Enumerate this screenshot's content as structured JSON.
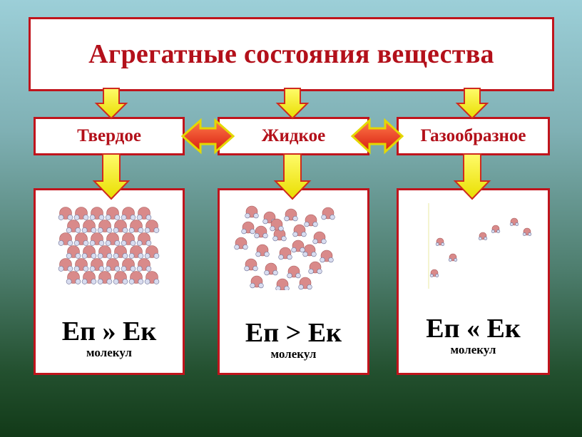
{
  "title": "Агрегатные состояния вещества",
  "states": [
    "Твердое",
    "Жидкое",
    "Газообразное"
  ],
  "panels": [
    {
      "energy": "Еп » Ек",
      "unit": "молекул"
    },
    {
      "energy": "Еп > Ек",
      "unit": "молекул"
    },
    {
      "energy": "Еп « Ек",
      "unit": "молекул"
    }
  ],
  "colors": {
    "border": "#c0141c",
    "text": "#b3101a",
    "arrow_yellow": "#f7f21a",
    "arrow_red": "#e8301c",
    "molecule": "#d98a8a"
  }
}
